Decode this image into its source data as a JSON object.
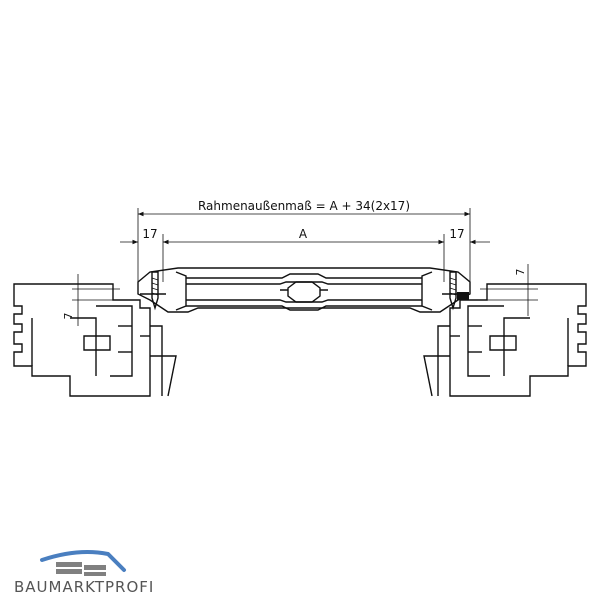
{
  "diagram": {
    "overall_label": "Rahmenaußenmaß = A + 34(2x17)",
    "center_label": "A",
    "left_offset_label": "17",
    "right_offset_label": "17",
    "left_height_label": "7",
    "right_height_label": "7"
  },
  "logo": {
    "text": "BAUMARKTPROFI",
    "colors": {
      "primary": "#4a7fc0",
      "secondary": "#808080"
    }
  }
}
